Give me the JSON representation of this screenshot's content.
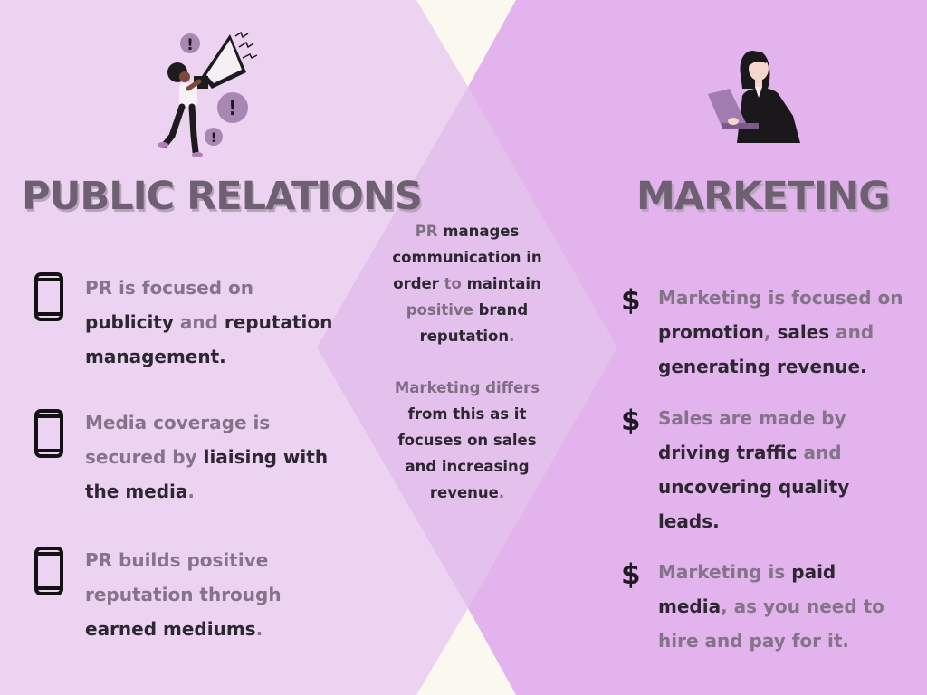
{
  "colors": {
    "left_panel": "#ecd3f2",
    "right_panel": "#e2b3ec",
    "center_diamond": "#e4c0ec",
    "background": "#fbf8ef",
    "heading": "#6e5f73",
    "muted_text": "#857489",
    "dark_text": "#2c2730"
  },
  "pr": {
    "title": "PUBLIC RELATIONS",
    "illustration_icon": "megaphone-person-icon",
    "bullet_icon": "smartphone-icon",
    "points": [
      {
        "s0": "PR is focused on",
        "s1": "publicity",
        "s2": " and ",
        "s3": "reputation",
        "s4": "management",
        "s5": "."
      },
      {
        "s0": "Media coverage is",
        "s1": "secured by ",
        "s2": "liaising with",
        "s3": "the media",
        "s4": "."
      },
      {
        "s0": "PR builds positive",
        "s1": "reputation through",
        "s2": "earned mediums",
        "s3": "."
      }
    ]
  },
  "center": {
    "p1": {
      "l1a": "PR",
      "l1b": " manages",
      "l2": "communication in",
      "l3a": "order",
      "l3b": " to ",
      "l3c": "maintain",
      "l4a": "positive",
      "l4b": " brand",
      "l5a": "reputation",
      "l5b": "."
    },
    "p2": {
      "l1": "Marketing differs",
      "l2": "from this as it",
      "l3a": "focuses on ",
      "l3b": "sales",
      "l4a": "and ",
      "l4b": "increasing",
      "l5a": "revenue",
      "l5b": "."
    }
  },
  "marketing": {
    "title": "MARKETING",
    "illustration_icon": "woman-laptop-icon",
    "bullet_icon": "dollar-icon",
    "bullet_symbol": "$",
    "points": [
      {
        "s0": "Marketing is focused on",
        "s1": "promotion",
        "s2": ", ",
        "s3": "sales",
        "s4": " and",
        "s5": "generating revenue",
        "s6": "."
      },
      {
        "s0": "Sales are made by",
        "s1": "driving traffic",
        "s2": " and",
        "s3": "uncovering quality",
        "s4": "leads",
        "s5": "."
      },
      {
        "s0": "Marketing is ",
        "s1": "paid",
        "s2": "media",
        "s3": ", as you need to",
        "s4": "hire and pay for it."
      }
    ]
  }
}
